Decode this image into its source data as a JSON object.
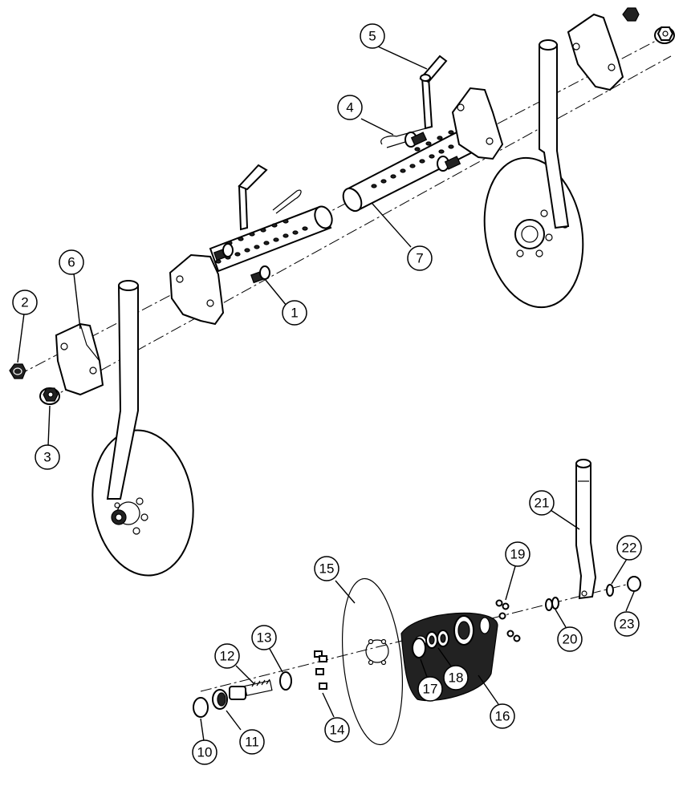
{
  "callouts": [
    {
      "id": "c1",
      "label": "1"
    },
    {
      "id": "c2",
      "label": "2"
    },
    {
      "id": "c3",
      "label": "3"
    },
    {
      "id": "c4",
      "label": "4"
    },
    {
      "id": "c5",
      "label": "5"
    },
    {
      "id": "c6",
      "label": "6"
    },
    {
      "id": "c7",
      "label": "7"
    },
    {
      "id": "c10",
      "label": "10"
    },
    {
      "id": "c11",
      "label": "11"
    },
    {
      "id": "c12",
      "label": "12"
    },
    {
      "id": "c13",
      "label": "13"
    },
    {
      "id": "c14",
      "label": "14"
    },
    {
      "id": "c15",
      "label": "15"
    },
    {
      "id": "c16",
      "label": "16"
    },
    {
      "id": "c17",
      "label": "17"
    },
    {
      "id": "c18",
      "label": "18"
    },
    {
      "id": "c19",
      "label": "19"
    },
    {
      "id": "c20",
      "label": "20"
    },
    {
      "id": "c21",
      "label": "21"
    },
    {
      "id": "c22",
      "label": "22"
    },
    {
      "id": "c23",
      "label": "23"
    }
  ]
}
